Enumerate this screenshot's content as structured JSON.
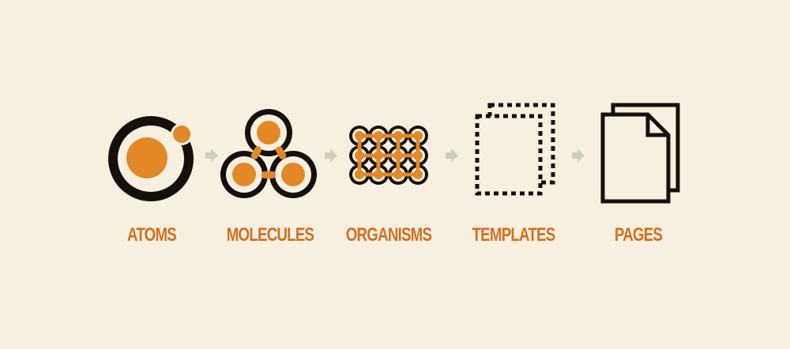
{
  "colors": {
    "background": "#f7f0e1",
    "ink": "#16100c",
    "accent": "#e38827",
    "label": "#d2701f",
    "arrow": "#cfd0b3"
  },
  "stages": [
    {
      "label": "ATOMS",
      "icon": "atom-icon"
    },
    {
      "label": "MOLECULES",
      "icon": "molecule-icon"
    },
    {
      "label": "ORGANISMS",
      "icon": "organism-icon"
    },
    {
      "label": "TEMPLATES",
      "icon": "template-icon"
    },
    {
      "label": "PAGES",
      "icon": "pages-icon"
    }
  ],
  "arrows": [
    "arrow-icon",
    "arrow-icon",
    "arrow-icon",
    "arrow-icon"
  ]
}
